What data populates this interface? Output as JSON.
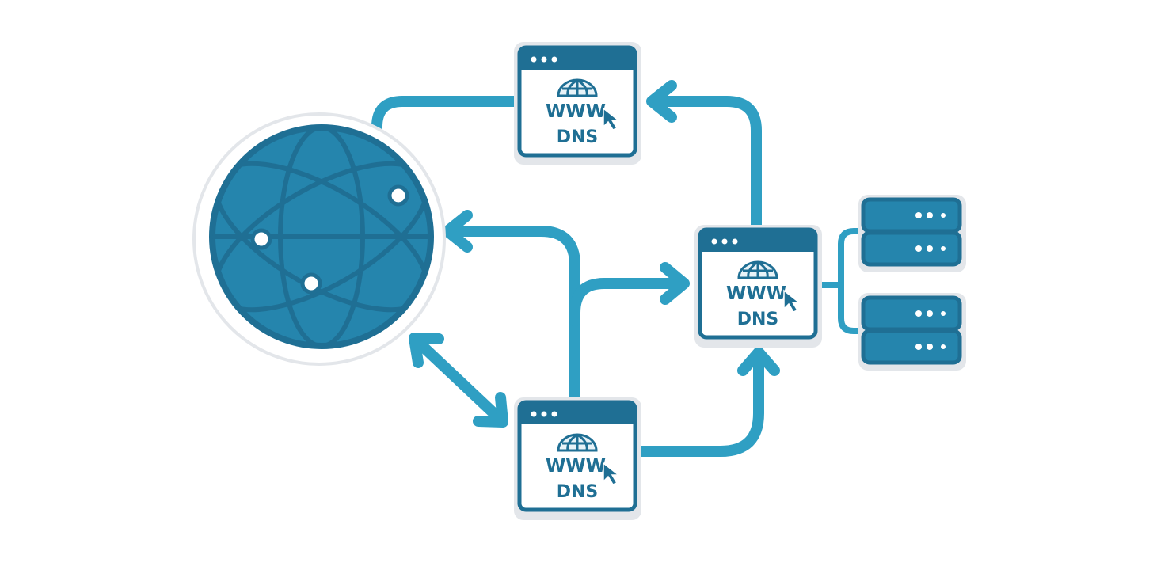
{
  "colors": {
    "primary": "#1f6f94",
    "accent": "#2f9fc3",
    "globe_fill": "#2585ad",
    "shadow": "#e3e6ea",
    "background": "#ffffff"
  },
  "globe": {
    "icon": "atom-globe-icon"
  },
  "dns_windows": [
    {
      "id": "top",
      "www_text": "WWW",
      "dns_text": "DNS",
      "icons": [
        "globe-icon",
        "cursor-icon"
      ]
    },
    {
      "id": "bottom",
      "www_text": "WWW",
      "dns_text": "DNS",
      "icons": [
        "globe-icon",
        "cursor-icon"
      ]
    },
    {
      "id": "right",
      "www_text": "WWW",
      "dns_text": "DNS",
      "icons": [
        "globe-icon",
        "cursor-icon"
      ]
    }
  ],
  "servers": [
    {
      "id": "server-1",
      "units": 2
    },
    {
      "id": "server-2",
      "units": 2
    }
  ]
}
